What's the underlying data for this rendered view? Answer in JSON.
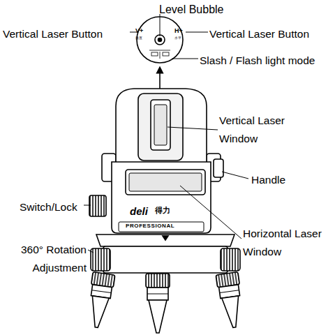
{
  "diagram": {
    "labels": [
      "Level Bubble",
      "Vertical Laser Button",
      "Vertical Laser Button",
      "Slash / Flash light mode",
      "Vertical Laser Window",
      "Handle",
      "Switch/Lock",
      "Horizontal Laser Window",
      "360° Rotation Adjustment",
      "V+",
      "垂直",
      "H+",
      "水平",
      "deli",
      "得力",
      "PROFESSIONAL"
    ]
  }
}
